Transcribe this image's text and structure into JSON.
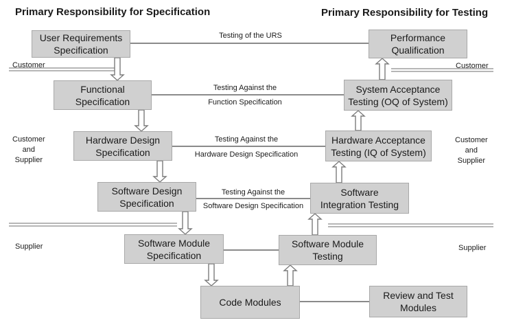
{
  "headings": {
    "specification": "Primary Responsibility for Specification",
    "testing": "Primary Responsibility for Testing"
  },
  "spec_boxes": {
    "urs": [
      "User Requirements",
      "Specification"
    ],
    "fs": [
      "Functional",
      "Specification"
    ],
    "hds": [
      "Hardware Design",
      "Specification"
    ],
    "sds": [
      "Software Design",
      "Specification"
    ],
    "sms": [
      "Software Module",
      "Specification"
    ],
    "code": [
      "Code Modules"
    ]
  },
  "test_boxes": {
    "pq": [
      "Performance",
      "Qualification"
    ],
    "sat": [
      "System Acceptance",
      "Testing (OQ of System)"
    ],
    "hat": [
      "Hardware Acceptance",
      "Testing (IQ of System)"
    ],
    "sit": [
      "Software",
      "Integration Testing"
    ],
    "smt": [
      "Software Module",
      "Testing"
    ],
    "review": [
      "Review and Test",
      "Modules"
    ]
  },
  "connections": {
    "urs": [
      "Testing of the URS"
    ],
    "fs": [
      "Testing Against the",
      "Function Specification"
    ],
    "hds": [
      "Testing Against the",
      "Hardware Design Specification"
    ],
    "sds": [
      "Testing Against the",
      "Software Design Specification"
    ]
  },
  "parties": {
    "customer_left": [
      "Customer"
    ],
    "customer_right": [
      "Customer"
    ],
    "cs_left": [
      "Customer",
      "and",
      "Supplier"
    ],
    "cs_right": [
      "Customer",
      "and",
      "Supplier"
    ],
    "supplier_left": [
      "Supplier"
    ],
    "supplier_right": [
      "Supplier"
    ]
  },
  "colors": {
    "box_fill": "#d0d0d0",
    "box_border": "#a8a8a8",
    "connector": "#8a8a8a",
    "arrow_fill": "#ffffff",
    "arrow_stroke": "#7a7a7a",
    "text": "#1a1a1a"
  }
}
